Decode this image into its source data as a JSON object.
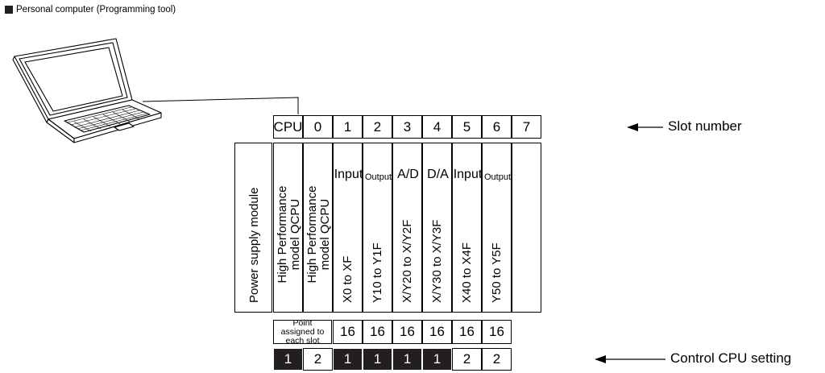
{
  "header": {
    "text": "Personal computer (Programming tool)"
  },
  "slot_row": [
    "CPU",
    "0",
    "1",
    "2",
    "3",
    "4",
    "5",
    "6",
    "7"
  ],
  "slot_label": "Slot number",
  "power_supply": "Power supply module",
  "modules": [
    {
      "top": "",
      "lines": [
        "High Performance",
        "model QCPU"
      ]
    },
    {
      "top": "",
      "lines": [
        "High Performance",
        "model QCPU"
      ]
    },
    {
      "top": "Input",
      "lines": [
        "X0 to XF"
      ]
    },
    {
      "top": "Output",
      "lines": [
        "Y10 to Y1F"
      ]
    },
    {
      "top": "A/D",
      "lines": [
        "X/Y20 to X/Y2F"
      ]
    },
    {
      "top": "D/A",
      "lines": [
        "X/Y30 to X/Y3F"
      ]
    },
    {
      "top": "Input",
      "lines": [
        "X40 to X4F"
      ]
    },
    {
      "top": "Output",
      "lines": [
        "Y50 to Y5F"
      ]
    },
    {
      "top": "",
      "lines": []
    }
  ],
  "points": {
    "label": "Point assigned to each slot",
    "values": [
      "16",
      "16",
      "16",
      "16",
      "16",
      "16"
    ]
  },
  "control_cpu": {
    "label": "Control CPU setting",
    "values": [
      "1",
      "2",
      "1",
      "1",
      "1",
      "1",
      "2",
      "2"
    ],
    "dark": [
      true,
      false,
      true,
      true,
      true,
      true,
      false,
      false
    ]
  },
  "colors": {
    "ink": "#000000",
    "dark_fill": "#231f20"
  }
}
